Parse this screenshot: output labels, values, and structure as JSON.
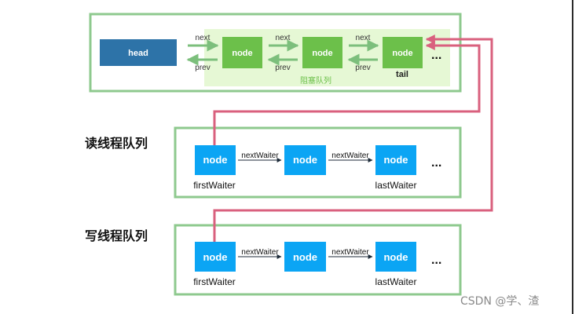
{
  "sync_queue": {
    "head": "head",
    "nodes": [
      "node",
      "node",
      "node"
    ],
    "next_label": "next",
    "prev_label": "prev",
    "tail_label": "tail",
    "blocked_queue_label": "阻塞队列",
    "ellipsis": "..."
  },
  "read_queue": {
    "title": "读线程队列",
    "nodes": [
      "node",
      "node",
      "node"
    ],
    "link_label": "nextWaiter",
    "first_label": "firstWaiter",
    "last_label": "lastWaiter",
    "ellipsis": "..."
  },
  "write_queue": {
    "title": "写线程队列",
    "nodes": [
      "node",
      "node",
      "node"
    ],
    "link_label": "nextWaiter",
    "first_label": "firstWaiter",
    "last_label": "lastWaiter",
    "ellipsis": "..."
  },
  "colors": {
    "box_border": "#8ec98e",
    "blocked_bg": "#e6f8d5",
    "head_bg": "#2d73a8",
    "sync_node_bg": "#6cc04a",
    "wait_node_bg": "#0ba5f4",
    "pointer_arrow": "#7cbf7c",
    "link_arrow": "#1c2a38",
    "transfer_line": "#d9607e"
  },
  "watermark": "CSDN @学、渣"
}
